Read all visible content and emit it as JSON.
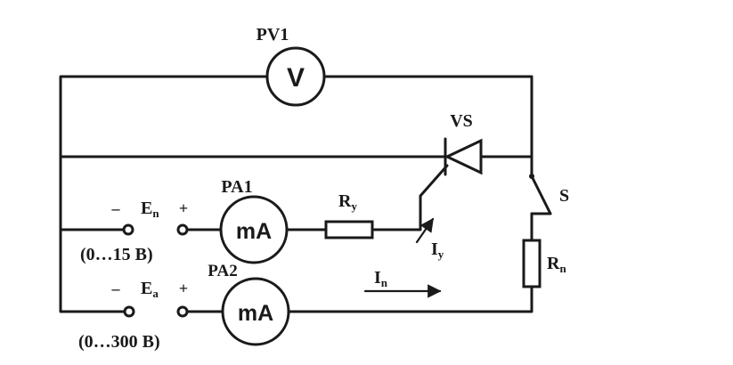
{
  "labels": {
    "pv1": "PV1",
    "voltmeter": "V",
    "vs": "VS",
    "pa1": "PA1",
    "pa1_unit": "mA",
    "pa2": "PA2",
    "pa2_unit": "mA",
    "ry": "R",
    "ry_sub": "y",
    "s": "S",
    "rn": "R",
    "rn_sub": "n",
    "iy": "I",
    "iy_sub": "y",
    "in": "I",
    "in_sub": "n",
    "src1_minus": "–",
    "src1_plus": "+",
    "src1_e": "E",
    "src1_e_sub": "n",
    "src1_range": "(0…15 B)",
    "src2_minus": "–",
    "src2_plus": "+",
    "src2_e": "E",
    "src2_e_sub": "a",
    "src2_range": "(0…300 B)"
  }
}
